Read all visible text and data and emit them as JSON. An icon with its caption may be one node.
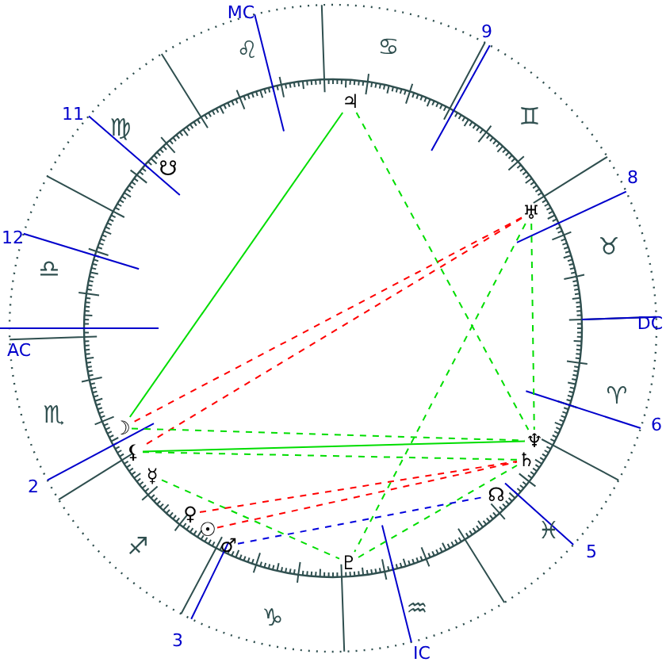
{
  "diagram": {
    "nodes": [
      {
        "text": [
          "♃"
        ]
      },
      {
        "text": [
          "♅"
        ]
      },
      {
        "text": [
          "♆"
        ]
      },
      {
        "text": [
          "♄"
        ]
      },
      {
        "text": [
          "☊"
        ]
      },
      {
        "text": [
          "♇"
        ]
      },
      {
        "text": [
          "☽"
        ]
      },
      {
        "text": [
          "⚸"
        ]
      },
      {
        "text": [
          "☿"
        ]
      },
      {
        "text": [
          "♀"
        ]
      },
      {
        "text": [
          "☉"
        ]
      },
      {
        "text": [
          "♂"
        ]
      }
    ],
    "edges": [
      {
        "from": 0,
        "to": 6,
        "arrow": "none"
      },
      {
        "from": 0,
        "to": 2,
        "arrow": "none",
        "style": "dashed"
      },
      {
        "from": 1,
        "to": 2,
        "arrow": "none",
        "style": "dashed"
      },
      {
        "from": 1,
        "to": 5,
        "arrow": "none",
        "style": "dashed"
      },
      {
        "from": 1,
        "to": 6,
        "arrow": "none",
        "style": "dashed",
        "color": "#ff0000"
      },
      {
        "from": 1,
        "to": 7,
        "arrow": "none",
        "style": "dashed",
        "color": "#ff0000"
      },
      {
        "from": 6,
        "to": 2,
        "arrow": "none",
        "style": "dashed"
      },
      {
        "from": 7,
        "to": 2,
        "arrow": "none"
      },
      {
        "from": 7,
        "to": 3,
        "arrow": "none",
        "style": "dashed"
      },
      {
        "from": 8,
        "to": 5,
        "arrow": "none",
        "style": "dashed"
      },
      {
        "from": 5,
        "to": 3,
        "arrow": "none",
        "style": "dashed"
      },
      {
        "from": 9,
        "to": 3,
        "arrow": "none",
        "style": "dashed",
        "color": "#ff0000"
      },
      {
        "from": 10,
        "to": 3,
        "arrow": "none",
        "style": "dashed",
        "color": "#ff0000"
      },
      {
        "from": 11,
        "to": 4,
        "arrow": "none",
        "style": "dashed",
        "color": "#0000dd"
      }
    ],
    "labels": [
      "MC",
      "♌",
      "♋",
      "9",
      "11",
      "♍",
      "☋",
      "♊",
      "8",
      "12",
      "♎",
      "♉",
      "AC",
      "DC",
      "♏",
      "♈",
      "2",
      "6",
      "♓",
      "5",
      "♐",
      "♑",
      "3",
      "♒",
      "IC"
    ]
  }
}
